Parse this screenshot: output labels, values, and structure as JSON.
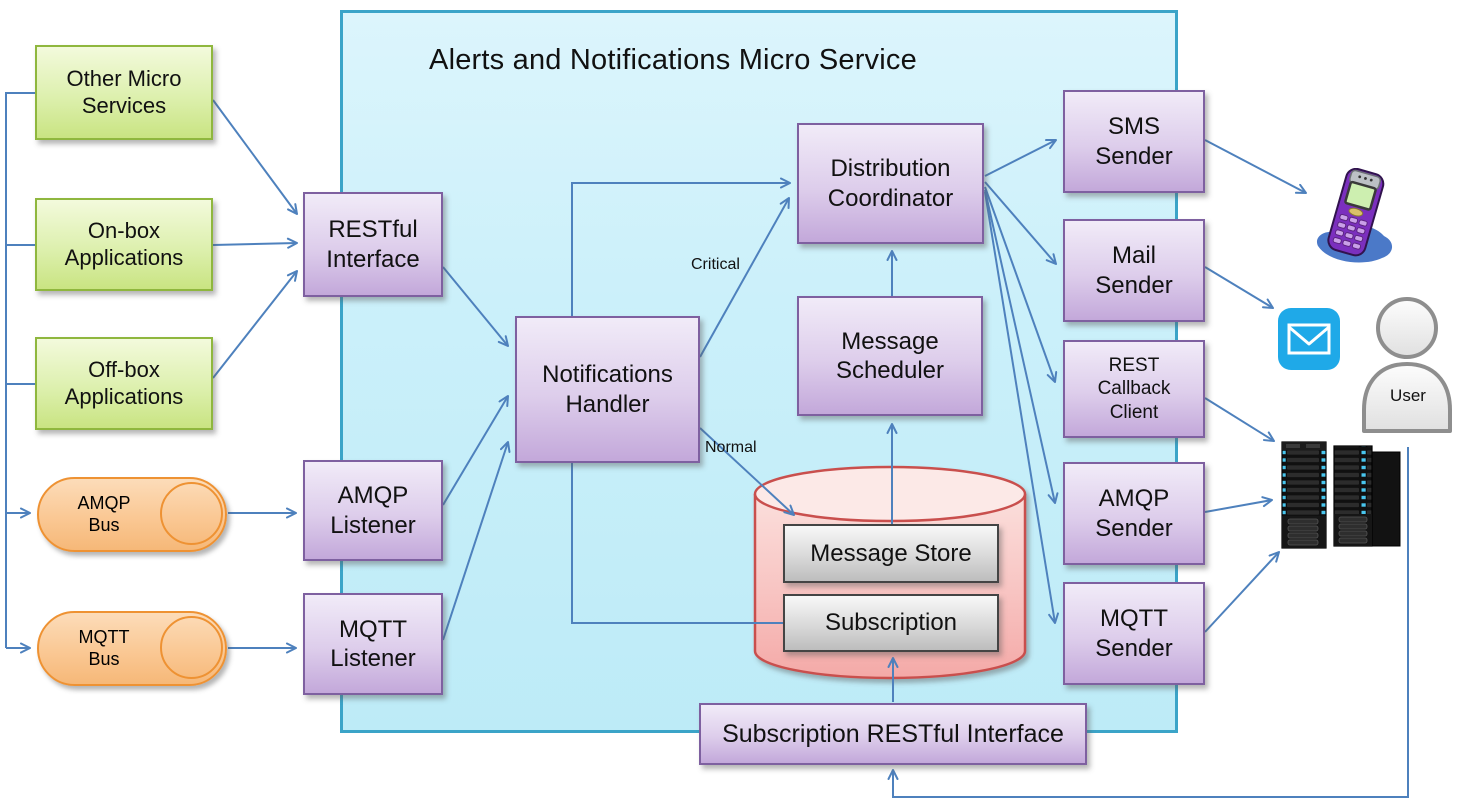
{
  "title": "Alerts and Notifications Micro Service",
  "nodes": {
    "other_micro_services": {
      "label": "Other Micro\nServices"
    },
    "on_box_applications": {
      "label": "On-box\nApplications"
    },
    "off_box_applications": {
      "label": "Off-box\nApplications"
    },
    "amqp_bus": {
      "label": "AMQP\nBus"
    },
    "mqtt_bus": {
      "label": "MQTT\nBus"
    },
    "restful_interface": {
      "label": "RESTful\nInterface"
    },
    "amqp_listener": {
      "label": "AMQP\nListener"
    },
    "mqtt_listener": {
      "label": "MQTT\nListener"
    },
    "notifications_handler": {
      "label": "Notifications\nHandler"
    },
    "distribution_coordinator": {
      "label": "Distribution\nCoordinator"
    },
    "message_scheduler": {
      "label": "Message\nScheduler"
    },
    "message_store": {
      "label": "Message Store"
    },
    "subscription": {
      "label": "Subscription"
    },
    "sms_sender": {
      "label": "SMS\nSender"
    },
    "mail_sender": {
      "label": "Mail\nSender"
    },
    "rest_callback_client": {
      "label": "REST\nCallback\nClient"
    },
    "amqp_sender": {
      "label": "AMQP\nSender"
    },
    "mqtt_sender": {
      "label": "MQTT\nSender"
    },
    "subscription_restful_interface": {
      "label": "Subscription RESTful Interface"
    }
  },
  "edge_labels": {
    "critical": "Critical",
    "normal": "Normal"
  },
  "icons": {
    "phone": "mobile-phone",
    "mail": "mail-envelope",
    "user": {
      "label": "User"
    },
    "servers": "server-racks"
  },
  "colors": {
    "connector": "#4e81bd",
    "container_fill": "#cbf0fa",
    "container_border": "#3ba4c8",
    "green_border": "#8fb73e",
    "purple_border": "#7e60a0",
    "orange_border": "#ee9233",
    "database_border": "#c9504e",
    "database_fill": "#f7bcba",
    "gray_border": "#444444",
    "mail_icon": "#1fa9e8"
  }
}
